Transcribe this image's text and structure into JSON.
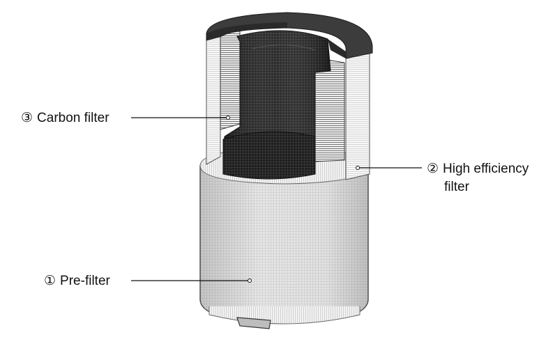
{
  "labels": {
    "carbon": {
      "number": "③",
      "text": "Carbon filter"
    },
    "high_efficiency": {
      "number": "②",
      "line1": "High efficiency",
      "line2": "filter"
    },
    "pre": {
      "number": "①",
      "text": "Pre-filter"
    }
  },
  "colors": {
    "carbon_mesh": "#2b2b2b",
    "carbon_inner": "#1a1a1a",
    "pleat_white": "#f7f7f7",
    "pre_filter_mesh": "#d9d9d9",
    "top_cap": "#3c3c3c",
    "outline": "#444444"
  }
}
